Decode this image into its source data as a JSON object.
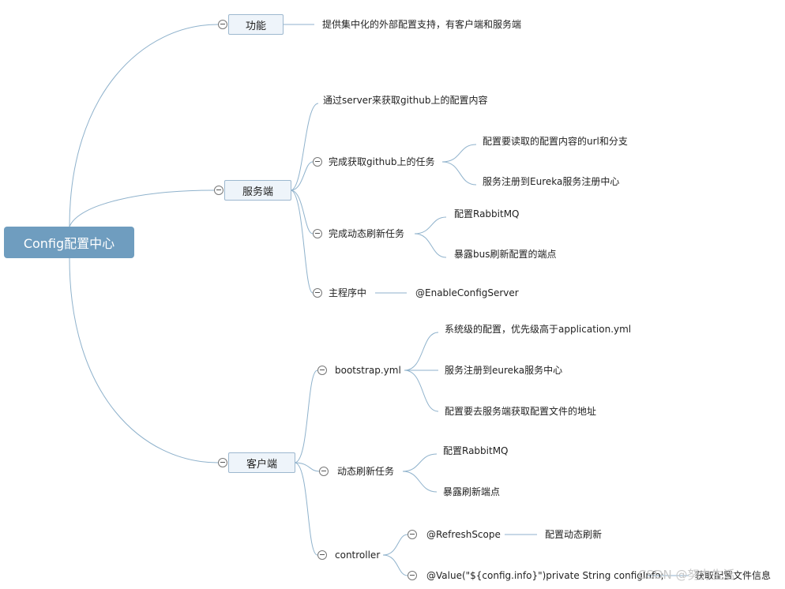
{
  "root": "Config配置中心",
  "branches": {
    "function": {
      "label": "功能",
      "desc": "提供集中化的外部配置支持，有客户端和服务端"
    },
    "server": {
      "label": "服务端",
      "items": {
        "fetch": "通过server来获取github上的配置内容",
        "github_task": {
          "label": "完成获取github上的任务",
          "children": [
            "配置要读取的配置内容的url和分支",
            "服务注册到Eureka服务注册中心"
          ]
        },
        "refresh_task": {
          "label": "完成动态刷新任务",
          "children": [
            "配置RabbitMQ",
            "暴露bus刷新配置的端点"
          ]
        },
        "main": {
          "label": "主程序中",
          "child": "@EnableConfigServer"
        }
      }
    },
    "client": {
      "label": "客户端",
      "items": {
        "bootstrap": {
          "label": "bootstrap.yml",
          "children": [
            "系统级的配置，优先级高于application.yml",
            "服务注册到eureka服务中心",
            "配置要去服务端获取配置文件的地址"
          ]
        },
        "refresh": {
          "label": "动态刷新任务",
          "children": [
            "配置RabbitMQ",
            "暴露刷新端点"
          ]
        },
        "controller": {
          "label": "controller",
          "refresh_scope": {
            "label": "@RefreshScope",
            "child": "配置动态刷新"
          },
          "value": {
            "label": "@Value(\"${config.info}\")private String configInfo;",
            "child": "获取配置文件信息"
          }
        }
      }
    }
  },
  "watermark": "CSDN @努力生活",
  "colors": {
    "root_fill": "#6f9dbf",
    "branch_fill": "#eef4fa",
    "branch_border": "#9db8cf",
    "line": "#8fb2cc"
  }
}
